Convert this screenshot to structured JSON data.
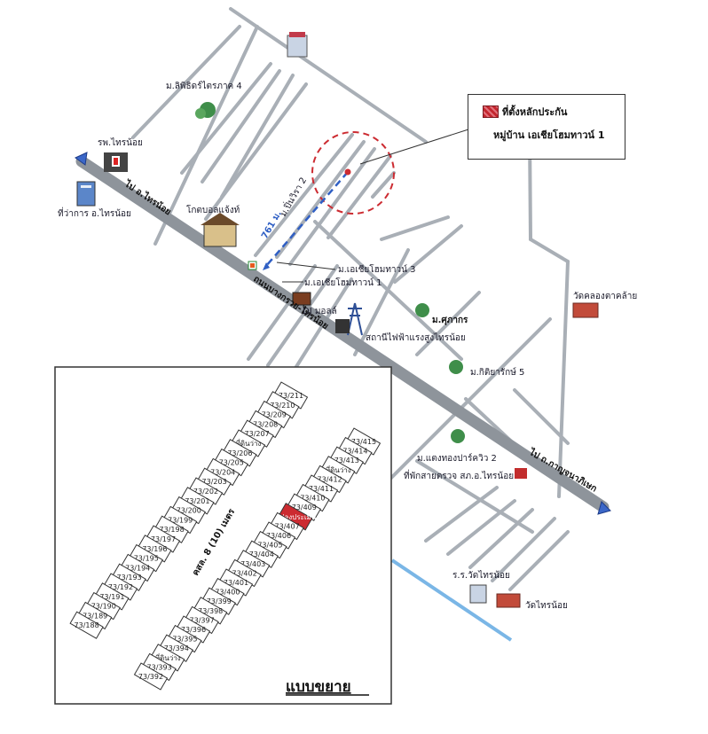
{
  "legend": {
    "line1": "ที่ตั้งหลักประกัน",
    "line2": "หมู่บ้าน เอเชียโฮมทาวน์ 1"
  },
  "labels": {
    "moo_thanya": "ม.ลิพิธิดร์ไตรภาค 4",
    "hospital": "รพ.ไทรน้อย",
    "district_office": "ที่ว่าการ อ.ไทรน้อย",
    "to_sainoi": "ไป อ.ไทรน้อย",
    "lotus": "โกตบอลแจ้งท์",
    "distance": "761 ม.",
    "soi": "ม.ปิ่นวิรา 2",
    "asia3": "ม.เอเชียโฮมทาวน์ 3",
    "asia1": "ม.เอเชียโฮมทาวน์ 1",
    "main_road": "ถนนบางกรวย-ไทรน้อย",
    "dj_mall": "DJ มอลล์",
    "substation": "สถานีไฟฟ้าแรงสูงไทรน้อย",
    "moo_supakorn": "ม.ศุภากร",
    "moo_kitiyarak": "ม.กิติยารักษ์ 5",
    "temple_khlong": "วัดคลองตาคล้าย",
    "moo_maetong": "ม.แตงทองปาร์ควิว 2",
    "police": "ที่พักสายตรวจ สภ.อ.ไทรน้อย",
    "to_kanchana": "ไป ถ.กาญจนาภิเษก",
    "school": "ร.ร.วัดไทรน้อย",
    "temple_sainoi": "วัดไทรน้อย",
    "inset_road": "คสล. 8 (10) เมตร",
    "inset_title": "แบบขยาย",
    "vacant": "ที่ดินว่าง",
    "subject_plot": "แปลงประเมิน"
  },
  "lots": {
    "upper_left": [
      "73/211",
      "73/210",
      "73/209",
      "73/208",
      "73/207",
      "ที่ดินว่าง",
      "73/206",
      "73/205",
      "73/204",
      "73/203",
      "73/202",
      "73/201",
      "73/200",
      "73/199",
      "73/198",
      "73/197",
      "73/196",
      "73/195",
      "73/194",
      "73/193",
      "73/192",
      "73/191",
      "73/190",
      "73/189",
      "73/188"
    ],
    "lower_right": [
      "73/415",
      "73/414",
      "73/413",
      "ที่ดินว่าง",
      "73/412",
      "73/411",
      "73/410",
      "73/409",
      "แปลงประเมิน",
      "73/407",
      "73/406",
      "73/405",
      "73/404",
      "73/403",
      "73/402",
      "73/401",
      "73/400",
      "73/399",
      "73/398",
      "73/397",
      "73/396",
      "73/395",
      "73/394",
      "ที่ดินว่าง",
      "73/393",
      "73/392"
    ]
  },
  "colors": {
    "road_gray": "#a3a9b0",
    "main_road": "#8e949b",
    "route_blue": "#2f5fc4",
    "target_red": "#cc2b31",
    "canal_blue": "#7ab6e6"
  }
}
